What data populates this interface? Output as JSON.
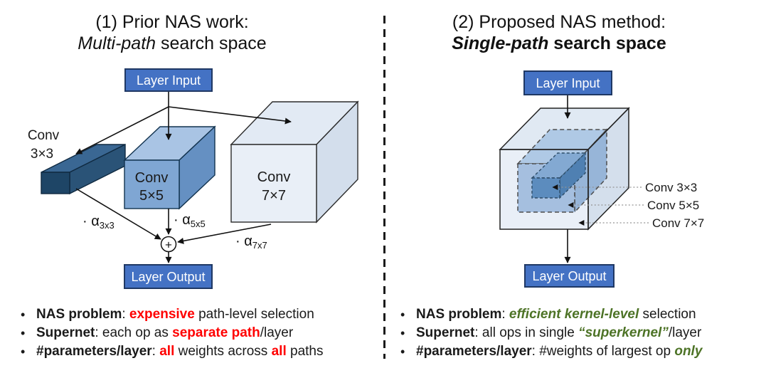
{
  "left": {
    "title": {
      "line1": "(1) Prior NAS work:",
      "line2_italic": "Multi-path",
      "line2_rest": " search space"
    },
    "diagram": {
      "input_label": "Layer Input",
      "output_label": "Layer Output",
      "conv3": {
        "line1": "Conv",
        "line2": "3×3"
      },
      "conv5": {
        "line1": "Conv",
        "line2": "5×5"
      },
      "conv7": {
        "line1": "Conv",
        "line2": "7×7"
      },
      "alpha3": {
        "base": "· α",
        "sub": "3x3"
      },
      "alpha5": {
        "base": "· α",
        "sub": "5x5"
      },
      "alpha7": {
        "base": "· α",
        "sub": "7x7"
      },
      "sum_symbol": "+"
    },
    "bullets": [
      {
        "segments": [
          {
            "text": "NAS problem",
            "style": "lead"
          },
          {
            "text": ": ",
            "style": "plain"
          },
          {
            "text": "expensive",
            "style": "red"
          },
          {
            "text": " path-level selection",
            "style": "plain"
          }
        ]
      },
      {
        "segments": [
          {
            "text": "Supernet",
            "style": "lead"
          },
          {
            "text": ": each op as ",
            "style": "plain"
          },
          {
            "text": "separate path",
            "style": "red"
          },
          {
            "text": "/layer",
            "style": "plain"
          }
        ]
      },
      {
        "segments": [
          {
            "text": "#parameters/layer",
            "style": "lead"
          },
          {
            "text": ": ",
            "style": "plain"
          },
          {
            "text": "all",
            "style": "red"
          },
          {
            "text": " weights across ",
            "style": "plain"
          },
          {
            "text": "all",
            "style": "red"
          },
          {
            "text": " paths",
            "style": "plain"
          }
        ]
      }
    ]
  },
  "right": {
    "title": {
      "line1": "(2) Proposed NAS method:",
      "line2_italic": "Single-path",
      "line2_rest": " search space"
    },
    "diagram": {
      "input_label": "Layer Input",
      "output_label": "Layer Output",
      "kernel_labels": [
        "Conv 3×3",
        "Conv 5×5",
        "Conv 7×7"
      ]
    },
    "bullets": [
      {
        "segments": [
          {
            "text": "NAS problem",
            "style": "lead"
          },
          {
            "text": ": ",
            "style": "plain"
          },
          {
            "text": "efficient kernel-level",
            "style": "green"
          },
          {
            "text": " selection",
            "style": "plain"
          }
        ]
      },
      {
        "segments": [
          {
            "text": "Supernet",
            "style": "lead"
          },
          {
            "text": ": all ops in single ",
            "style": "plain"
          },
          {
            "text": "“superkernel”",
            "style": "green"
          },
          {
            "text": "/layer",
            "style": "plain"
          }
        ]
      },
      {
        "segments": [
          {
            "text": "#parameters/layer",
            "style": "lead"
          },
          {
            "text": ": #weights of largest op ",
            "style": "plain"
          },
          {
            "text": "only",
            "style": "green"
          }
        ]
      }
    ]
  },
  "colors": {
    "accent_red": "#ff0000",
    "accent_green": "#4d7326",
    "node_blue": "#4472c4",
    "node_border": "#1f3864",
    "conv_dark": "#1e4566",
    "conv_medium": "#7fa6d3",
    "conv_light": "#e9eff7"
  }
}
